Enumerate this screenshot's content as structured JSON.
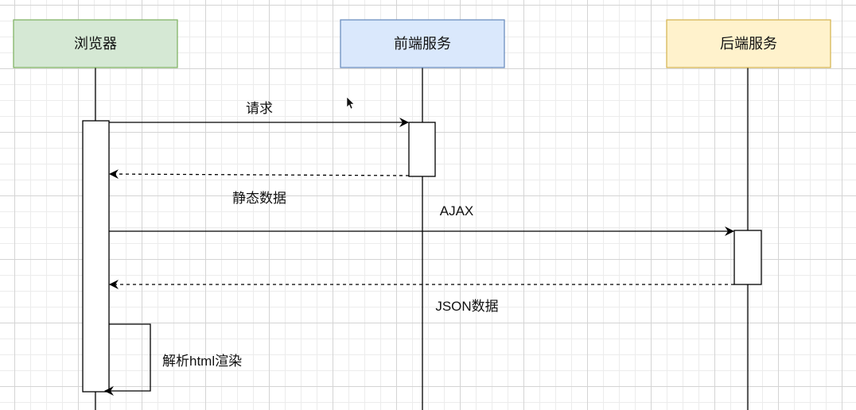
{
  "participants": [
    {
      "id": "browser",
      "label": "浏览器",
      "fill": "#d5e8d4",
      "stroke": "#82b366"
    },
    {
      "id": "frontend",
      "label": "前端服务",
      "fill": "#dae8fc",
      "stroke": "#6c8ebf"
    },
    {
      "id": "backend",
      "label": "后端服务",
      "fill": "#fff2cc",
      "stroke": "#d6b656"
    }
  ],
  "messages": [
    {
      "id": "request",
      "label": "请求",
      "from": "browser",
      "to": "frontend",
      "style": "solid"
    },
    {
      "id": "static-data",
      "label": "静态数据",
      "from": "frontend",
      "to": "browser",
      "style": "dashed"
    },
    {
      "id": "ajax",
      "label": "AJAX",
      "from": "browser",
      "to": "backend",
      "style": "solid"
    },
    {
      "id": "json-data",
      "label": "JSON数据",
      "from": "backend",
      "to": "browser",
      "style": "dashed"
    },
    {
      "id": "render",
      "label": "解析html渲染",
      "from": "browser",
      "to": "browser",
      "style": "self"
    }
  ]
}
